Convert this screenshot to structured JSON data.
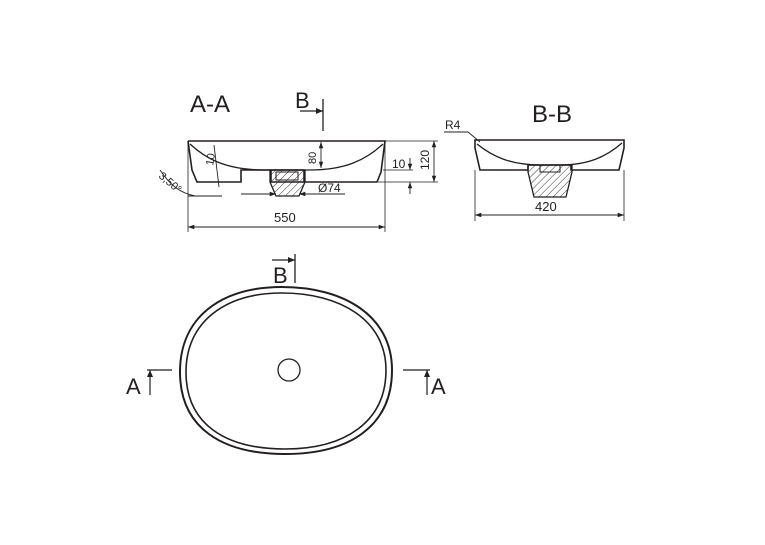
{
  "labels": {
    "section_aa": "A-A",
    "section_bb": "B-B",
    "cut_b_top": "B",
    "cut_b_plan": "B",
    "cut_a_left": "A",
    "cut_a_right": "A"
  },
  "dimensions": {
    "angle_side": "3,50°",
    "wall_thickness": "10",
    "bowl_depth": "80",
    "rim_thickness": "10",
    "total_height": "120",
    "drain_diameter": "Ø74",
    "overall_length": "550",
    "inner_radius": "R4",
    "overall_width": "420"
  },
  "colors": {
    "line": "#231f20",
    "background": "#ffffff"
  }
}
